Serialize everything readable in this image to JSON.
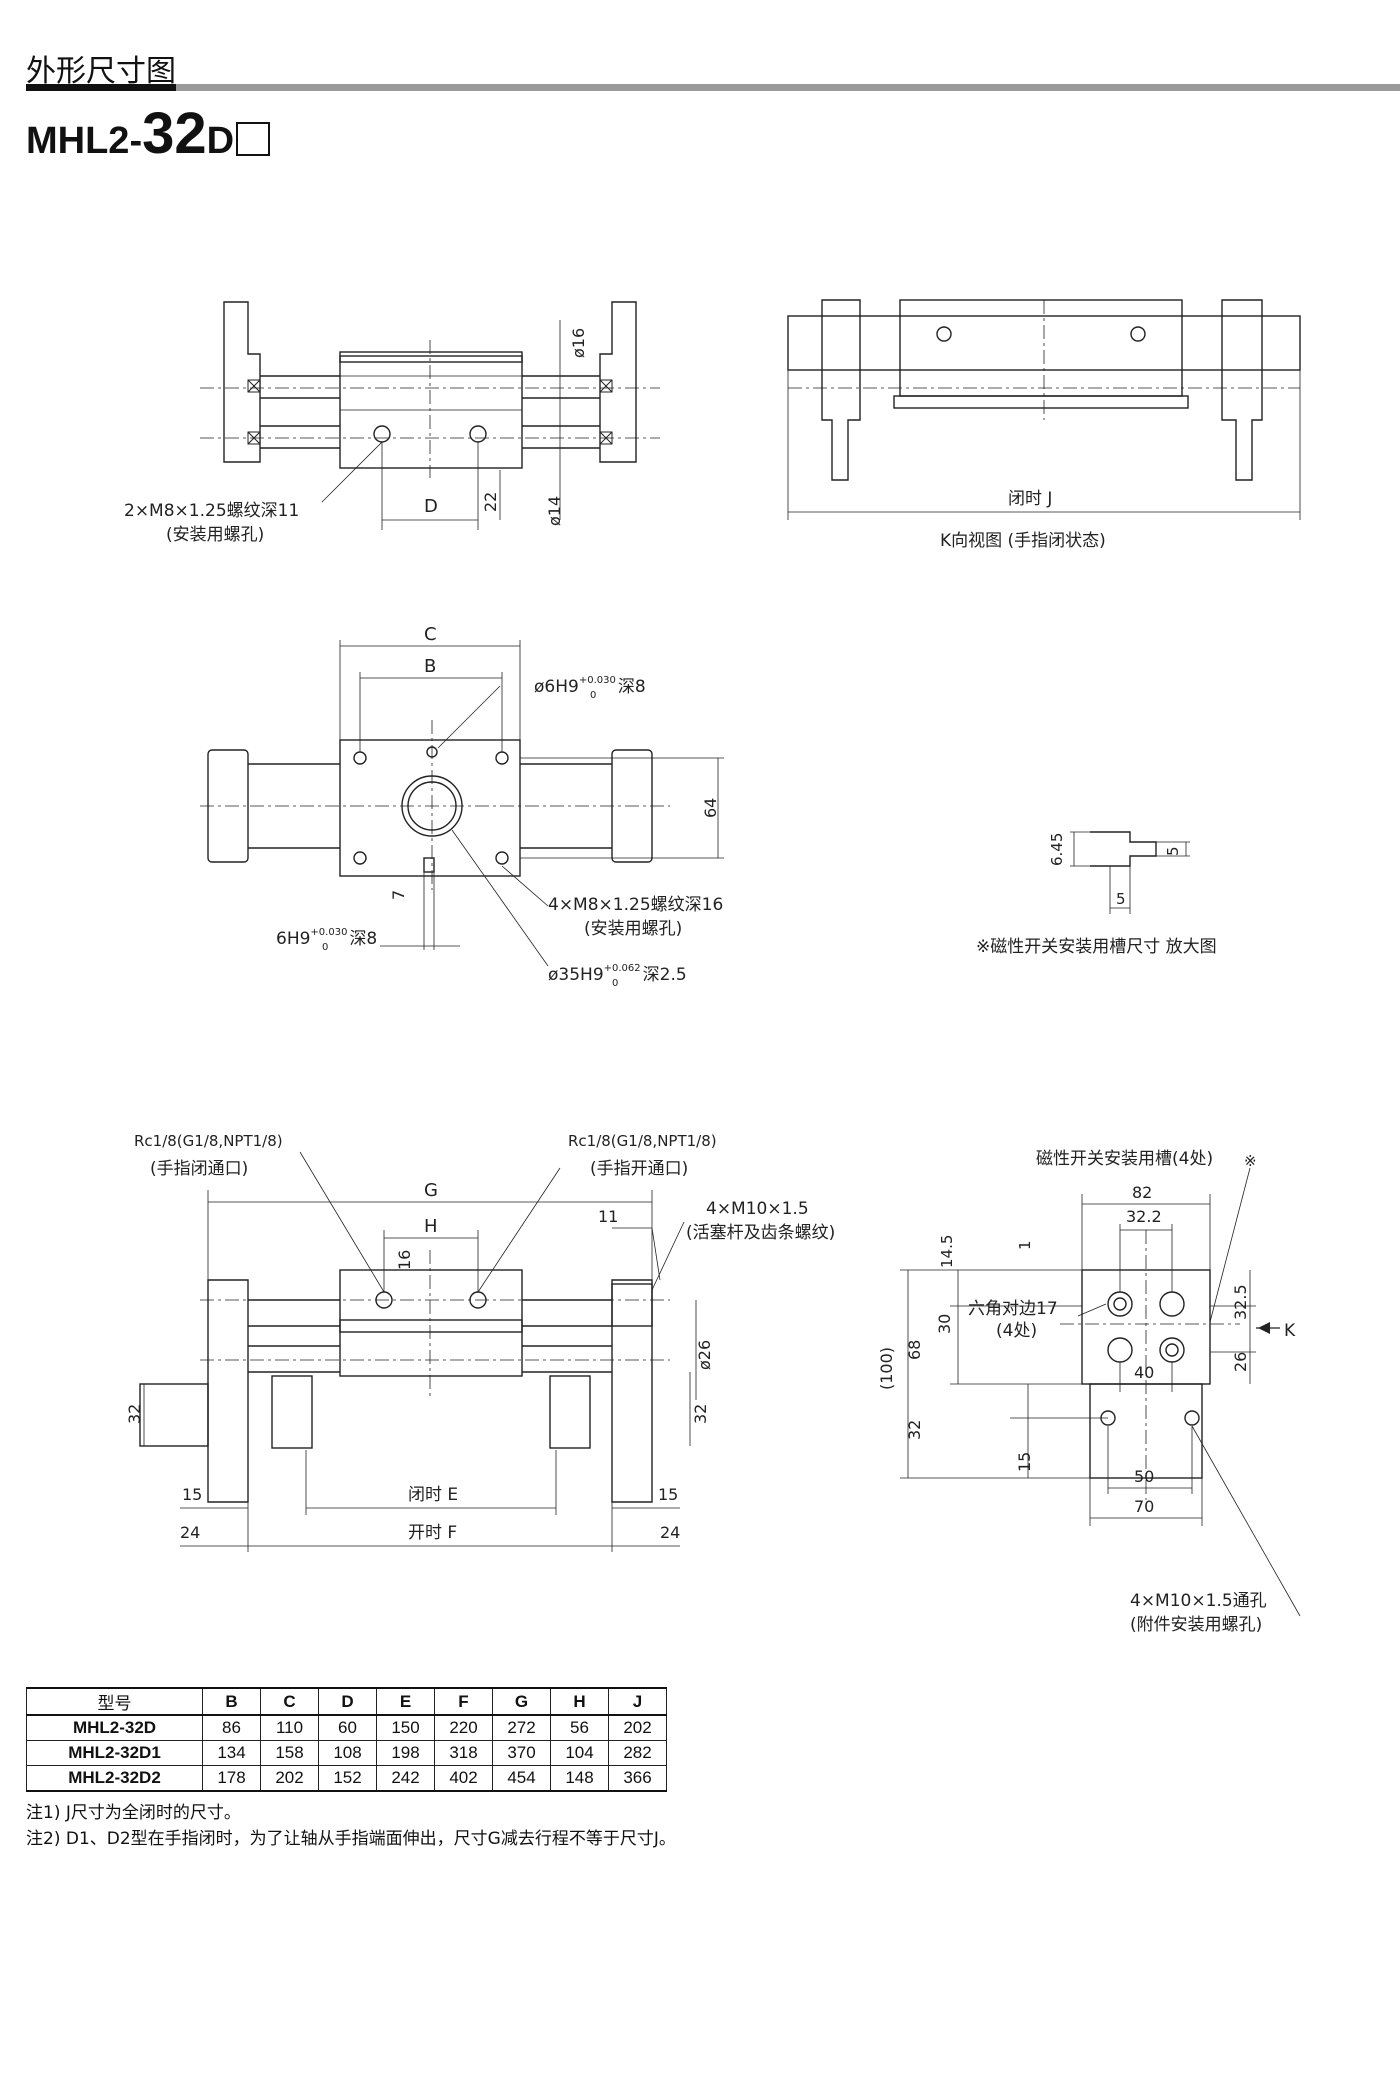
{
  "header": {
    "section_title": "外形尺寸图",
    "model_prefix": "MHL2-",
    "model_size": "32",
    "model_suffix": "D"
  },
  "views": {
    "top": {
      "mount_hole": "2×M8×1.25螺纹深11",
      "mount_hole_note": "(安装用螺孔)",
      "dims": [
        "ø16",
        "ø14",
        "22",
        "D"
      ]
    },
    "k_view": {
      "closed_label": "闭时 J",
      "caption": "K向视图 (手指闭状态)"
    },
    "bottom": {
      "dims": [
        "C",
        "B",
        "64",
        "7"
      ],
      "pin_hole_top_prefix": "ø6H9",
      "pin_hole_top_tol": "+0.030",
      "pin_hole_top_tol_low": "0",
      "pin_hole_top_depth": "深8",
      "mount_holes": "4×M8×1.25螺纹深16",
      "mount_holes_note": "(安装用螺孔)",
      "pin_hole_left_prefix": "6H9",
      "pin_hole_left_tol": "+0.030",
      "pin_hole_left_tol_low": "0",
      "pin_hole_left_depth": "深8",
      "bore_prefix": "ø35H9",
      "bore_tol": "+0.062",
      "bore_tol_low": "0",
      "bore_depth": "深2.5"
    },
    "groove_detail": {
      "dims": [
        "6.45",
        "5",
        "5"
      ],
      "caption": "※磁性开关安装用槽尺寸  放大图"
    },
    "front": {
      "port_left": "Rc1/8(G1/8,NPT1/8)",
      "port_left_note": "(手指闭通口)",
      "port_right": "Rc1/8(G1/8,NPT1/8)",
      "port_right_note": "(手指开通口)",
      "thread": "4×M10×1.5",
      "thread_note": "(活塞杆及齿条螺纹)",
      "dims": [
        "G",
        "H",
        "16",
        "11",
        "ø26",
        "32",
        "32",
        "15",
        "15",
        "24",
        "24"
      ],
      "closed_e": "闭时 E",
      "open_f": "开时 F"
    },
    "side": {
      "slot_label": "磁性开关安装用槽(4处)",
      "slot_mark": "※",
      "hex_label": "六角对边17",
      "hex_count": "(4处)",
      "dims": [
        "82",
        "32.2",
        "14.5",
        "1",
        "(100)",
        "68",
        "30",
        "32",
        "15",
        "32.5",
        "26",
        "40",
        "50",
        "70"
      ],
      "k_label": "K",
      "through_holes": "4×M10×1.5通孔",
      "through_holes_note": "(附件安装用螺孔)"
    }
  },
  "table": {
    "headers": [
      "型号",
      "B",
      "C",
      "D",
      "E",
      "F",
      "G",
      "H",
      "J"
    ],
    "rows": [
      [
        "MHL2-32D",
        "86",
        "110",
        "60",
        "150",
        "220",
        "272",
        "56",
        "202"
      ],
      [
        "MHL2-32D1",
        "134",
        "158",
        "108",
        "198",
        "318",
        "370",
        "104",
        "282"
      ],
      [
        "MHL2-32D2",
        "178",
        "202",
        "152",
        "242",
        "402",
        "454",
        "148",
        "366"
      ]
    ]
  },
  "notes": [
    "注1) J尺寸为全闭时的尺寸。",
    "注2) D1、D2型在手指闭时，为了让轴从手指端面伸出，尺寸G减去行程不等于尺寸J。"
  ]
}
